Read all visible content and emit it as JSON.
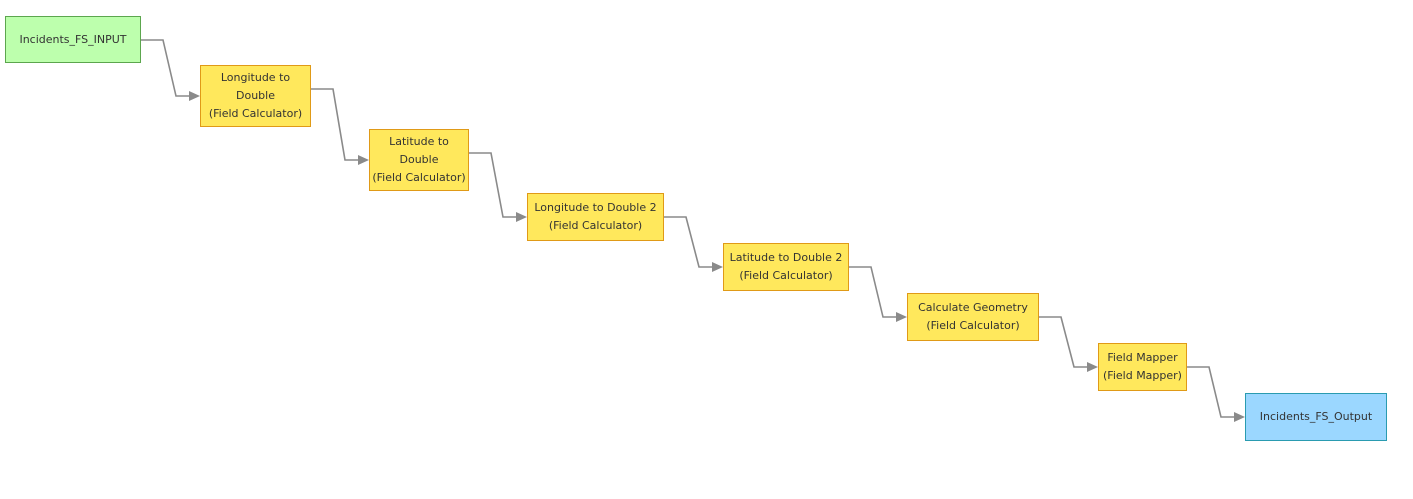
{
  "colors": {
    "reader_fill": "#bdffad",
    "processor_fill": "#ffe85c",
    "writer_fill": "#9bd7ff",
    "connector": "#8a8a8a"
  },
  "workflow": {
    "nodes": [
      {
        "id": "incidents-fs-input",
        "type": "reader",
        "lines": [
          "Incidents_FS_INPUT"
        ]
      },
      {
        "id": "longitude-to-double",
        "type": "processor",
        "lines": [
          "Longitude to",
          "Double",
          "(Field Calculator)"
        ]
      },
      {
        "id": "latitude-to-double",
        "type": "processor",
        "lines": [
          "Latitude to",
          "Double",
          "(Field Calculator)"
        ]
      },
      {
        "id": "longitude-to-double-2",
        "type": "processor",
        "lines": [
          "Longitude to Double 2",
          "(Field Calculator)"
        ]
      },
      {
        "id": "latitude-to-double-2",
        "type": "processor",
        "lines": [
          "Latitude to Double 2",
          "(Field Calculator)"
        ]
      },
      {
        "id": "calculate-geometry",
        "type": "processor",
        "lines": [
          "Calculate Geometry",
          "(Field Calculator)"
        ]
      },
      {
        "id": "field-mapper",
        "type": "processor",
        "lines": [
          "Field Mapper",
          "(Field Mapper)"
        ]
      },
      {
        "id": "incidents-fs-output",
        "type": "writer",
        "lines": [
          "Incidents_FS_Output"
        ]
      }
    ],
    "connections": [
      {
        "from": "incidents-fs-input",
        "to": "longitude-to-double"
      },
      {
        "from": "longitude-to-double",
        "to": "latitude-to-double"
      },
      {
        "from": "latitude-to-double",
        "to": "longitude-to-double-2"
      },
      {
        "from": "longitude-to-double-2",
        "to": "latitude-to-double-2"
      },
      {
        "from": "latitude-to-double-2",
        "to": "calculate-geometry"
      },
      {
        "from": "calculate-geometry",
        "to": "field-mapper"
      },
      {
        "from": "field-mapper",
        "to": "incidents-fs-output"
      }
    ]
  }
}
